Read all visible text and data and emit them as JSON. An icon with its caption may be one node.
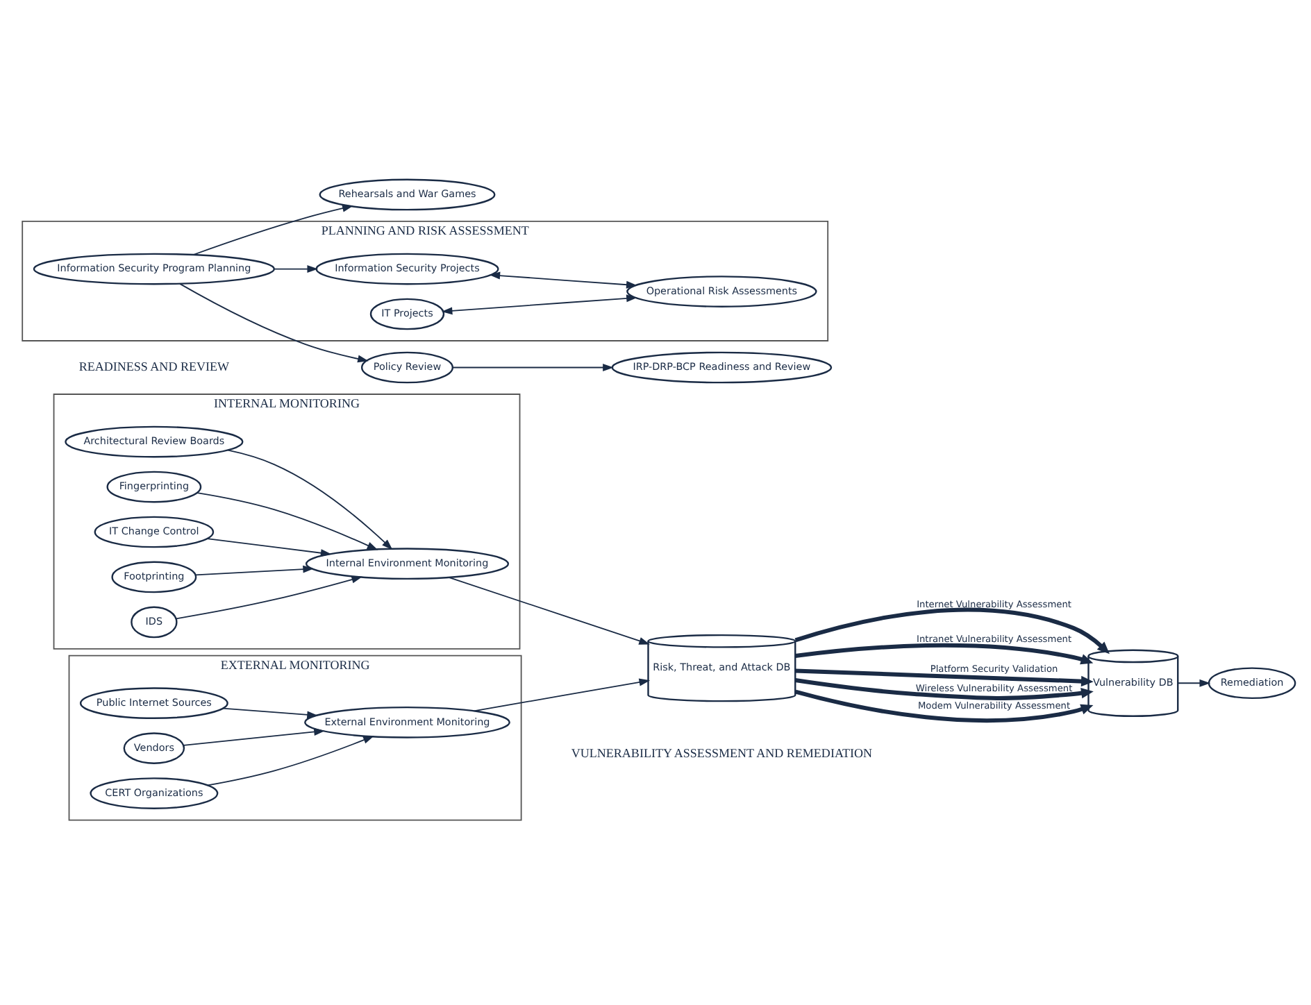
{
  "diagram": {
    "nodes": [
      {
        "text": [
          "INTERNAL MONITORING"
        ]
      },
      {
        "text": [
          "Architectural Review Boards"
        ],
        "in": 0
      },
      {
        "text": [
          "Fingerprinting"
        ],
        "in": 0
      },
      {
        "text": [
          "IT Change Control"
        ],
        "in": 0
      },
      {
        "text": [
          "Footprinting"
        ],
        "in": 0
      },
      {
        "text": [
          "Internal Environment Monitoring"
        ],
        "in": 0
      },
      {
        "text": [
          "IDS"
        ],
        "in": 0
      },
      {
        "text": [
          "EXTERNAL MONITORING"
        ]
      },
      {
        "text": [
          "Public Internet Sources"
        ],
        "in": 7
      },
      {
        "text": [
          "Vendors"
        ],
        "in": 7
      },
      {
        "text": [
          "CERT Organizations"
        ],
        "in": 7
      },
      {
        "text": [
          "External Environment Monitoring"
        ],
        "in": 7
      },
      {
        "text": [
          "PLANNING AND RISK ASSESSMENT"
        ]
      },
      {
        "text": [
          "Information Security Program Planning"
        ],
        "in": 12
      },
      {
        "text": [
          "Information Security Projects"
        ],
        "in": 12
      },
      {
        "text": [
          "Operational Risk Assessments"
        ],
        "in": 12
      },
      {
        "text": [
          "IT Projects"
        ],
        "in": 12
      },
      {
        "text": [
          "Policy Review"
        ]
      },
      {
        "text": [
          "IRP-DRP-BCP Readiness and Review"
        ]
      },
      {
        "text": [
          "Rehearsals and War Games"
        ]
      },
      {
        "text": [
          "Risk, Threat, and Attack DB"
        ]
      },
      {
        "text": [
          "Vulnerability DB"
        ]
      },
      {
        "text": [
          "Remediation"
        ]
      }
    ],
    "edges": [
      {
        "from": 1,
        "to": 5,
        "arrow": "to"
      },
      {
        "from": 2,
        "to": 5,
        "arrow": "to"
      },
      {
        "from": 3,
        "to": 5,
        "arrow": "to"
      },
      {
        "from": 4,
        "to": 5,
        "arrow": "to"
      },
      {
        "from": 6,
        "to": 5,
        "arrow": "to"
      },
      {
        "from": 8,
        "to": 11,
        "arrow": "to"
      },
      {
        "from": 9,
        "to": 11,
        "arrow": "to"
      },
      {
        "from": 10,
        "to": 11,
        "arrow": "to"
      },
      {
        "from": 5,
        "to": 20,
        "arrow": "to"
      },
      {
        "from": 11,
        "to": 20,
        "arrow": "to"
      },
      {
        "from": 13,
        "to": 17,
        "arrow": "to"
      },
      {
        "from": 13,
        "to": 14,
        "arrow": "to"
      },
      {
        "from": 13,
        "to": 19,
        "arrow": "to"
      },
      {
        "from": 17,
        "to": 18,
        "arrow": "to"
      },
      {
        "from": 14,
        "to": 15,
        "arrow": "both"
      },
      {
        "from": 16,
        "to": 15,
        "arrow": "both"
      },
      {
        "from": 20,
        "to": 21,
        "arrow": "to",
        "label": "Internet Vulnerability Assessment",
        "style": "thick"
      },
      {
        "from": 20,
        "to": 21,
        "arrow": "to",
        "label": "Intranet Vulnerability Assessment",
        "style": "thick"
      },
      {
        "from": 20,
        "to": 21,
        "arrow": "to",
        "label": "Platform Security Validation",
        "style": "thick"
      },
      {
        "from": 20,
        "to": 21,
        "arrow": "to",
        "label": "Wireless Vulnerability Assessment",
        "style": "thick"
      },
      {
        "from": 20,
        "to": 21,
        "arrow": "to",
        "label": "Modem Vulnerability Assessment",
        "style": "thick"
      },
      {
        "from": 21,
        "to": 22,
        "arrow": "to"
      }
    ],
    "labels": [
      "READINESS AND REVIEW",
      "VULNERABILITY ASSESSMENT AND REMEDIATION"
    ]
  }
}
